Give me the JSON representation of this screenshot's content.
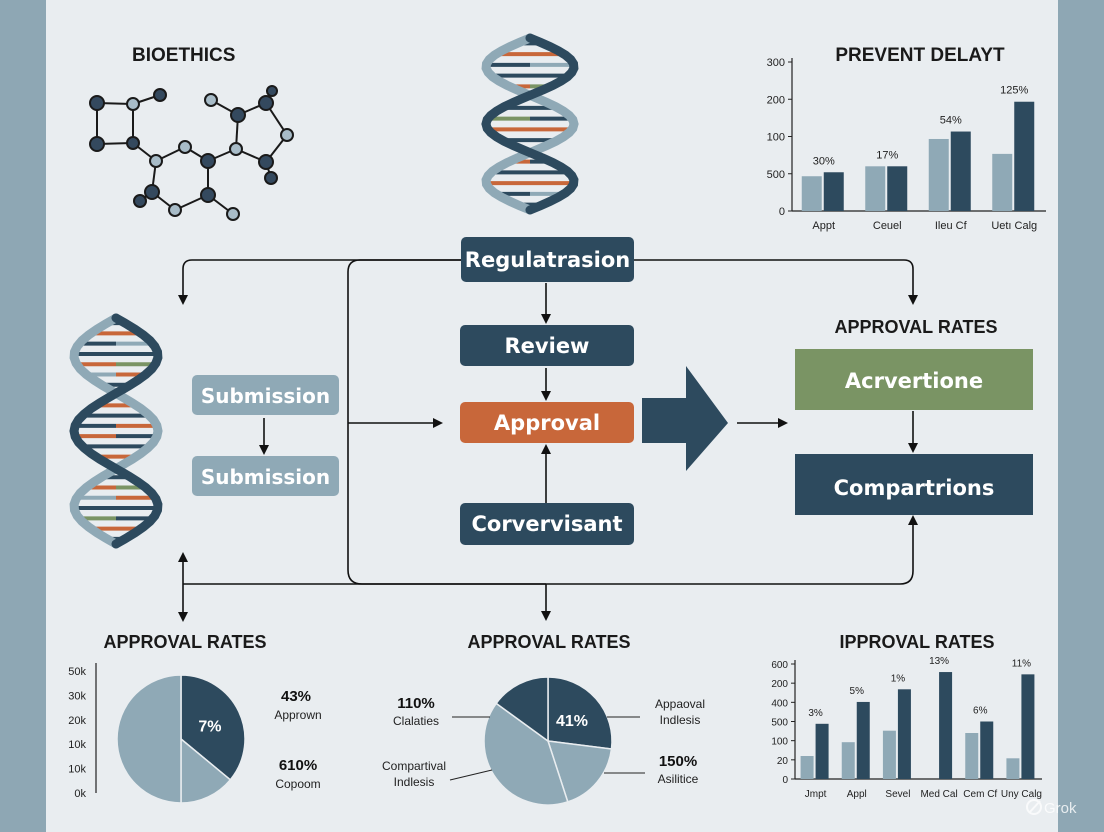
{
  "colors": {
    "background": "#e9edf0",
    "side_band": "#8ea7b4",
    "navy": "#2d4a5e",
    "light_blue": "#8fa9b6",
    "orange": "#c8673a",
    "green": "#7a9464",
    "pale_blue": "#a9bdc8"
  },
  "labels": {
    "bioethics": "BIOETHICS",
    "top_right_title": "PREVENT DELAYT",
    "right_approval_title": "APPROVAL RATES",
    "bottom_left_title": "APPROVAL RATES",
    "bottom_center_title": "APPROVAL RATES",
    "bottom_right_title": "IPPROVAL RATES",
    "watermark": "Grok"
  },
  "flow": {
    "regulatrasion": "Regulatrasion",
    "review": "Review",
    "approval": "Approval",
    "corvervisant": "Corvervisant",
    "submission_1": "Submission",
    "submission_2": "Submission",
    "acrvertione": "Acrvertione",
    "compartrions": "Compartrions"
  },
  "icons": [
    "molecule-icon",
    "dna-helix-icon",
    "big-arrow-icon",
    "grok-logo-icon"
  ],
  "chart_data": [
    {
      "type": "bar",
      "title": "PREVENT DELAYT",
      "categories": [
        "Appt",
        "Ceuel",
        "Ileu Cf",
        "Uetı Calg"
      ],
      "series": [
        {
          "values": [
            70,
            90,
            145,
            115
          ]
        },
        {
          "values": [
            78,
            90,
            160,
            220
          ]
        }
      ],
      "y_tick_labels": [
        "300",
        "200",
        "100",
        "500",
        "0"
      ],
      "data_labels": [
        "30%",
        "17%",
        "54%",
        "125%"
      ],
      "ylim": [
        0,
        300
      ]
    },
    {
      "type": "pie",
      "title": "APPROVAL RATES",
      "y_tick_labels": [
        "50k",
        "30k",
        "20k",
        "10k",
        "10k",
        "0k"
      ],
      "slices": [
        {
          "value": 36,
          "label": "7%",
          "color": "#2d4a5e"
        },
        {
          "value": 14,
          "color": "#8fa9b6"
        },
        {
          "value": 50,
          "color": "#8fa9b6"
        }
      ],
      "annotations": [
        {
          "value": "43%",
          "text": "Apprown"
        },
        {
          "value": "610%",
          "text": "Copoom"
        }
      ]
    },
    {
      "type": "pie",
      "title": "APPROVAL RATES",
      "slices": [
        {
          "value": 27,
          "label": "41%",
          "color": "#2d4a5e"
        },
        {
          "value": 18,
          "color": "#8fa9b6"
        },
        {
          "value": 40,
          "color": "#8fa9b6"
        },
        {
          "value": 15,
          "color": "#2d4a5e"
        }
      ],
      "annotations": [
        {
          "value": "110%",
          "text": "Clalaties"
        },
        {
          "value": "",
          "text": "Compartival Indlesis"
        },
        {
          "value": "",
          "text": "Appaoval Indlesis"
        },
        {
          "value": "150%",
          "text": "Asilitice"
        }
      ]
    },
    {
      "type": "bar",
      "title": "IPPROVAL RATES",
      "categories": [
        "Jmpt",
        "Appl",
        "Sevel",
        "Med Cal",
        "Cem Cf",
        "Uny Calg"
      ],
      "series": [
        {
          "values": [
            20,
            32,
            42,
            0,
            40,
            18
          ]
        },
        {
          "values": [
            48,
            67,
            78,
            93,
            50,
            91
          ]
        }
      ],
      "y_tick_labels": [
        "600",
        "200",
        "400",
        "500",
        "100",
        "20",
        "0"
      ],
      "data_labels": [
        "3%",
        "5%",
        "1%",
        "13%",
        "6%",
        "11%"
      ],
      "ylim": [
        0,
        100
      ]
    }
  ]
}
